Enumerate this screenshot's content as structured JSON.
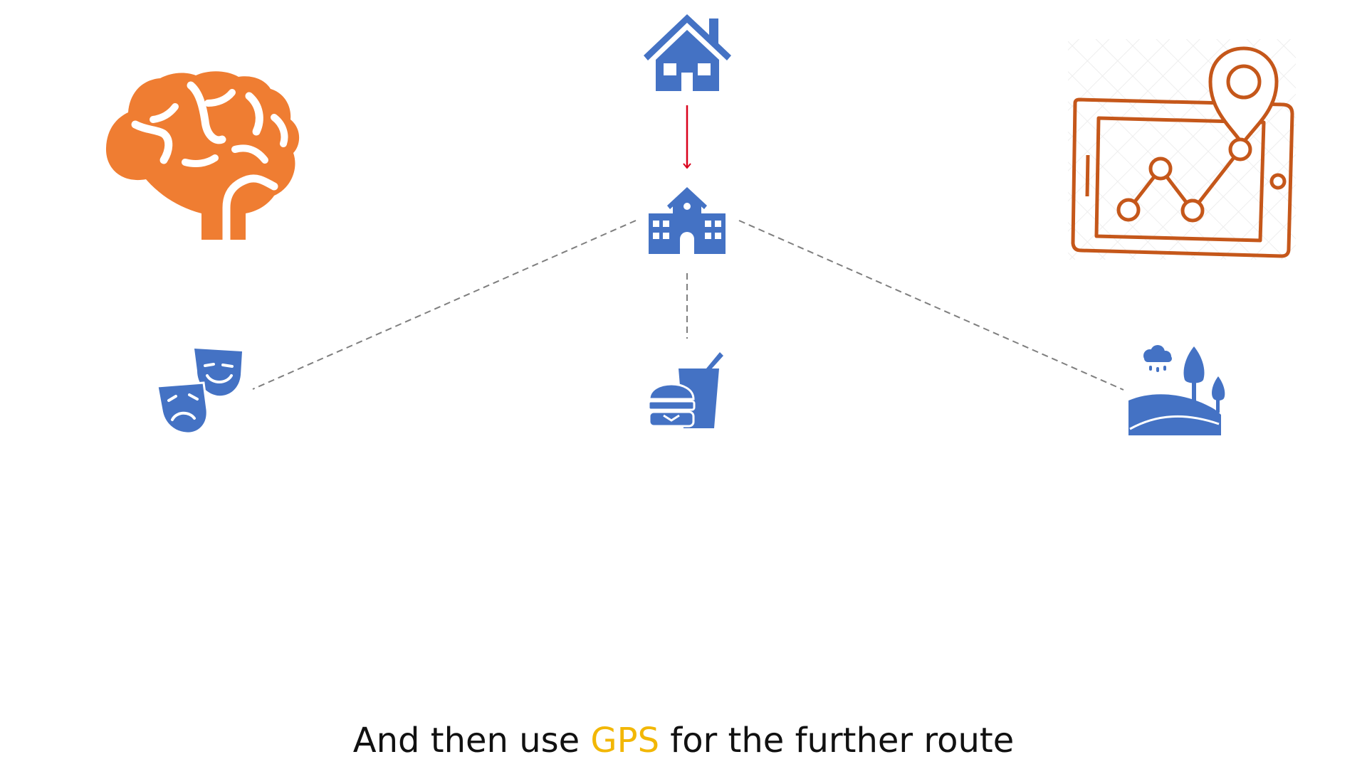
{
  "caption": {
    "before": "And then use ",
    "highlight": "GPS",
    "after": " for the further route"
  },
  "colors": {
    "icon_blue": "#4472c4",
    "brain_orange": "#ef7d32",
    "gps_orange": "#c5571a",
    "arrow_red": "#d9001b",
    "dashed_gray": "#7f7f7f",
    "highlight_yellow": "#f2b705"
  },
  "icons": {
    "home": "home-icon",
    "school": "school-icon",
    "theater": "theater-masks-icon",
    "food": "fast-food-icon",
    "park": "landscape-icon",
    "brain": "brain-icon",
    "gps": "tablet-map-gps-icon"
  },
  "connections": [
    {
      "from": "home",
      "to": "school",
      "style": "solid-arrow"
    },
    {
      "from": "school",
      "to": "theater",
      "style": "dashed"
    },
    {
      "from": "school",
      "to": "food",
      "style": "dashed"
    },
    {
      "from": "school",
      "to": "park",
      "style": "dashed"
    }
  ]
}
